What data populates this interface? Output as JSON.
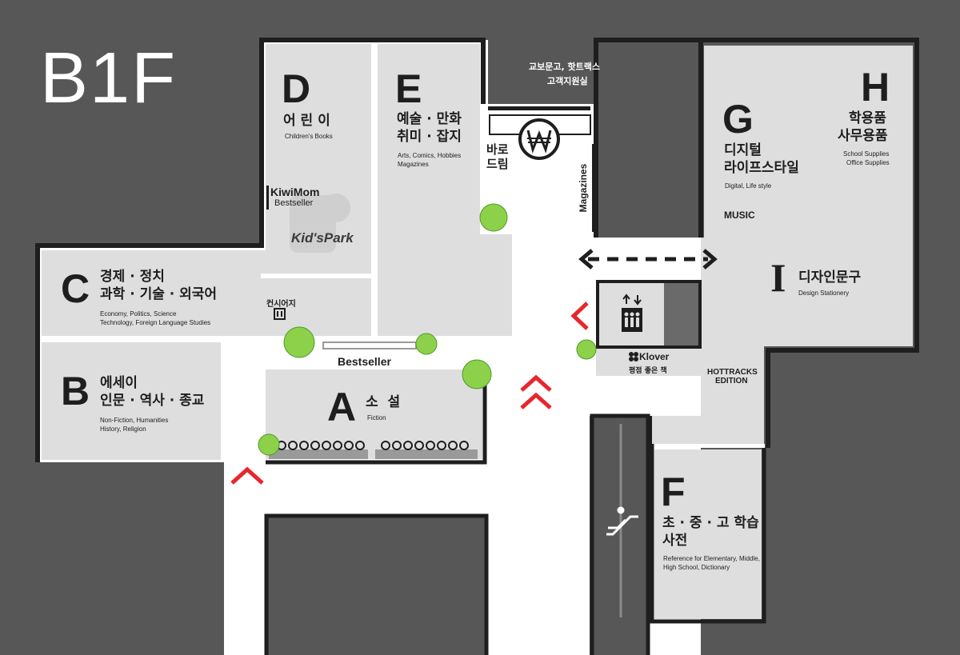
{
  "floor": "B1F",
  "zones": {
    "a": {
      "letter": "A",
      "name": "소  설",
      "en": "Fiction"
    },
    "b": {
      "letter": "B",
      "name_l1": "에세이",
      "name_l2": "인문 · 역사 · 종교",
      "en_l1": "Non-Fiction, Humanities",
      "en_l2": "History, Religion"
    },
    "c": {
      "letter": "C",
      "name_l1": "경제 · 정치",
      "name_l2": "과학 · 기술 · 외국어",
      "en_l1": "Economy, Politics, Science",
      "en_l2": "Technology, Foreign Language Studies"
    },
    "d": {
      "letter": "D",
      "name": "어 린 이",
      "en": "Children's Books"
    },
    "e": {
      "letter": "E",
      "name_l1": "예술 · 만화",
      "name_l2": "취미 · 잡지",
      "en_l1": "Arts, Comics, Hobbies",
      "en_l2": "Magazines"
    },
    "f": {
      "letter": "F",
      "name_l1": "초 · 중 · 고 학습",
      "name_l2": "사전",
      "en_l1": "Reference for Elementary, Middle,",
      "en_l2": "High School, Dictionary"
    },
    "g": {
      "letter": "G",
      "name_l1": "디지털",
      "name_l2": "라이프스타일",
      "en": "Digital, Life style",
      "extra": "MUSIC"
    },
    "h": {
      "letter": "H",
      "name_l1": "학용품",
      "name_l2": "사무용품",
      "en_l1": "School Supplies",
      "en_l2": "Office Supplies"
    },
    "i": {
      "letter": "I",
      "name": "디자인문구",
      "en": "Design Stationery"
    }
  },
  "labels": {
    "kiwimom": "KiwiMom",
    "kiwimom_sub": "Bestseller",
    "kidspark": "Kid'sPark",
    "consierge": "컨시어지",
    "bestseller": "Bestseller",
    "baro_l1": "바로",
    "baro_l2": "드림",
    "magazines": "Magazines",
    "office_l1": "교보문고, 핫트랙스",
    "office_l2": "고객지원실",
    "klover": "Klover",
    "klover_sub": "평점 좋은 책",
    "hottracks_l1": "HOTTRACKS",
    "hottracks_l2": "EDITION"
  },
  "icons": [
    "won-icon",
    "elevator-icon",
    "escalator-icon",
    "concierge-icon",
    "klover-icon",
    "plant-icon",
    "double-arrow-icon",
    "direction-arrow-icon"
  ],
  "colors": {
    "background": "#575757",
    "zone": "#dedede",
    "corridor": "#ffffff",
    "arrow": "#e8262d",
    "text": "#1e1e1e"
  }
}
